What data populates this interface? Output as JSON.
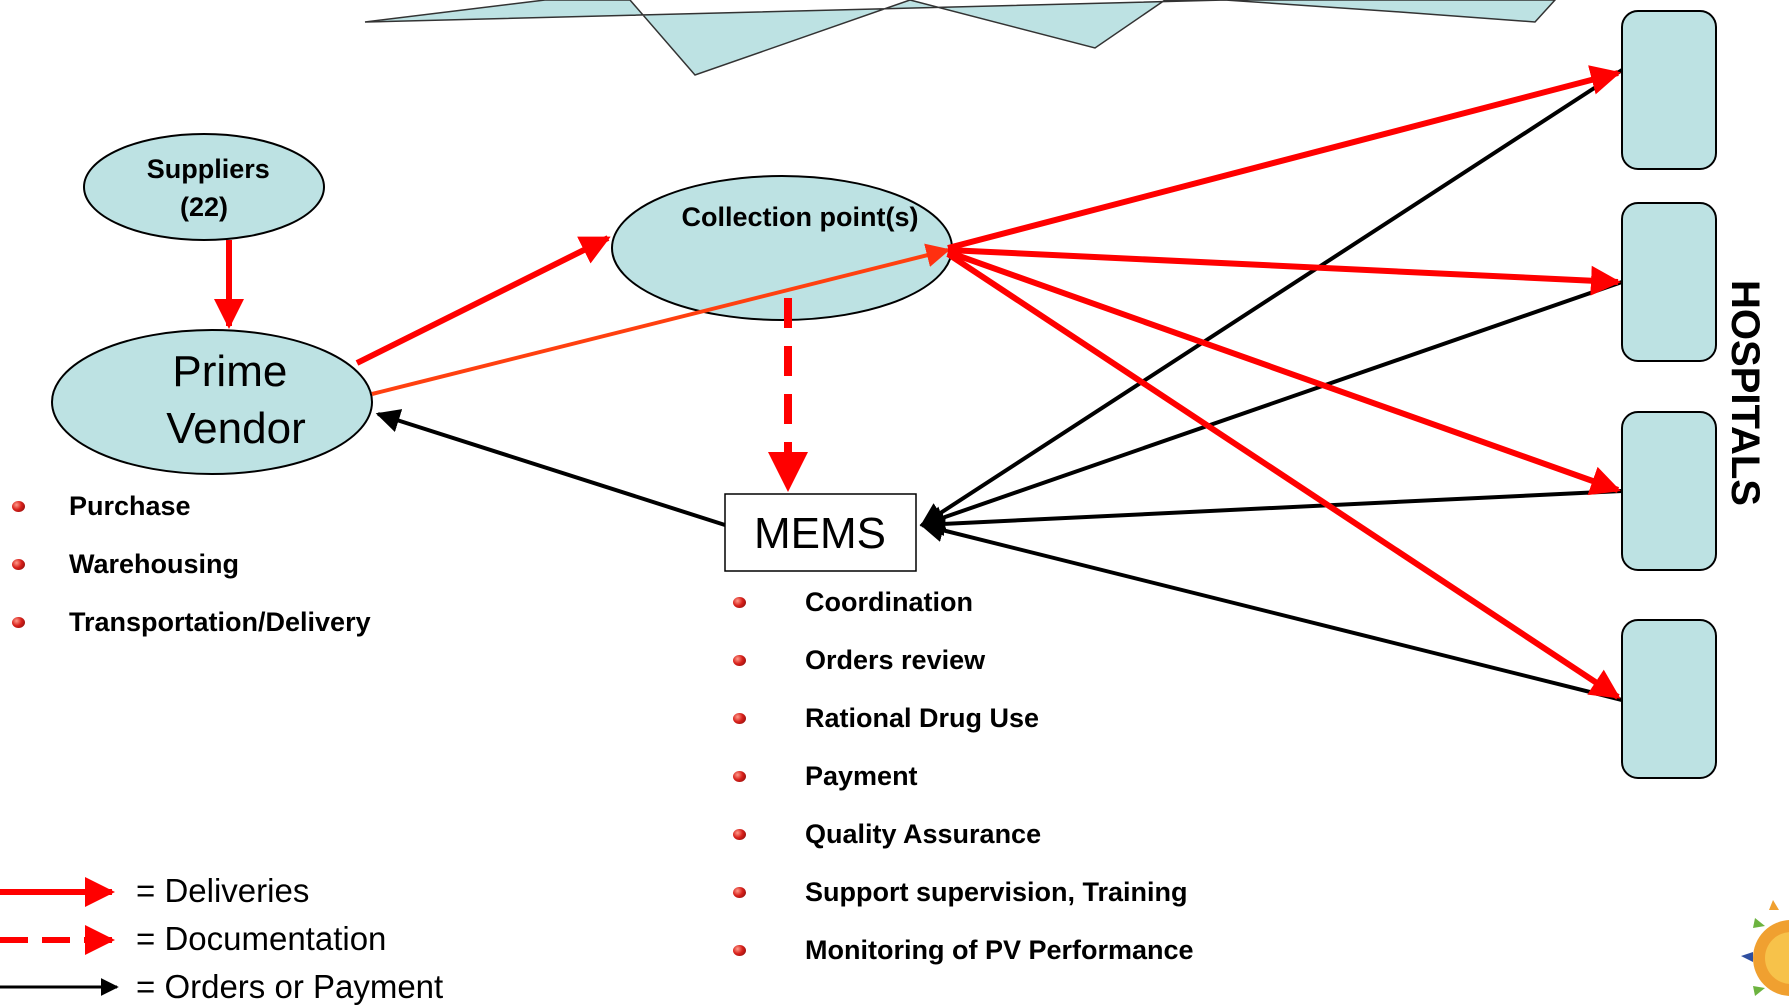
{
  "nodes": {
    "suppliers": "Suppliers\n(22)",
    "prime_vendor": "Prime\nVendor",
    "collection_point": "Collection point(s)",
    "mems": "MEMS",
    "hospitals_label": "HOSPITALS"
  },
  "prime_vendor_functions": [
    "Purchase",
    "Warehousing",
    "Transportation/Delivery"
  ],
  "mems_functions": [
    "Coordination",
    "Orders review",
    "Rational Drug Use",
    "Payment",
    "Quality Assurance",
    "Support supervision, Training",
    "Monitoring of PV Performance"
  ],
  "legend": [
    {
      "label": "= Deliveries",
      "style": "solid",
      "color": "#ff0000"
    },
    {
      "label": "= Documentation",
      "style": "dashed",
      "color": "#ff0000"
    },
    {
      "label": "= Orders or Payment",
      "style": "solid",
      "color": "#000000"
    }
  ],
  "colors": {
    "node_fill": "#bde2e3",
    "delivery": "#ff0000",
    "delivery_alt": "#ff4010",
    "orders": "#000000"
  }
}
